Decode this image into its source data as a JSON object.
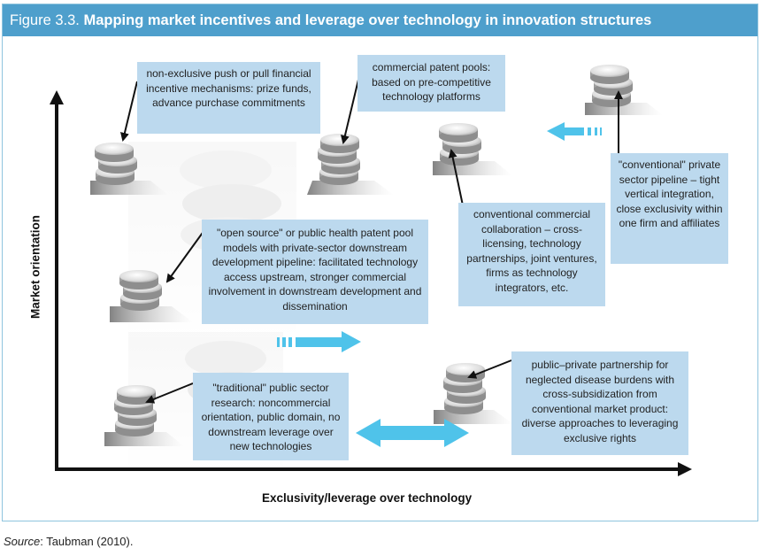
{
  "figure": {
    "number": "Figure 3.3.",
    "title": "Mapping market incentives and leverage over technology in innovation structures"
  },
  "axes": {
    "x_label": "Exclusivity/leverage over technology",
    "y_label": "Market orientation"
  },
  "boxes": {
    "non_exclusive": "non-exclusive push or pull financial incentive mechanisms: prize funds, advance purchase commitments",
    "patent_pools": "commercial patent pools: based on pre-competitive technology platforms",
    "open_source": "\"open source\" or public health patent pool models with private-sector downstream development pipeline: facilitated technology access upstream, stronger commercial involvement in downstream development and dissemination",
    "conventional_collab": "conventional commercial collaboration – cross-licensing, technology partnerships, joint ventures, firms as technology integrators, etc.",
    "conventional_pipeline": "\"conventional\" private sector pipeline – tight vertical integration, close exclusivity within one firm and affiliates",
    "traditional": "\"traditional\" public sector research: noncommercial orientation, public domain, no downstream leverage over new technologies",
    "ppp": "public–private partnership for neglected disease burdens with cross-subsidization from conventional market product: diverse approaches to leveraging exclusive rights"
  },
  "source": {
    "label": "Source",
    "text": ": Taubman (2010)."
  },
  "colors": {
    "title_bar": "#4e9fcc",
    "box_fill": "#bcd9ee",
    "arrow_blue": "#4fc3ea",
    "axis": "#111111"
  }
}
